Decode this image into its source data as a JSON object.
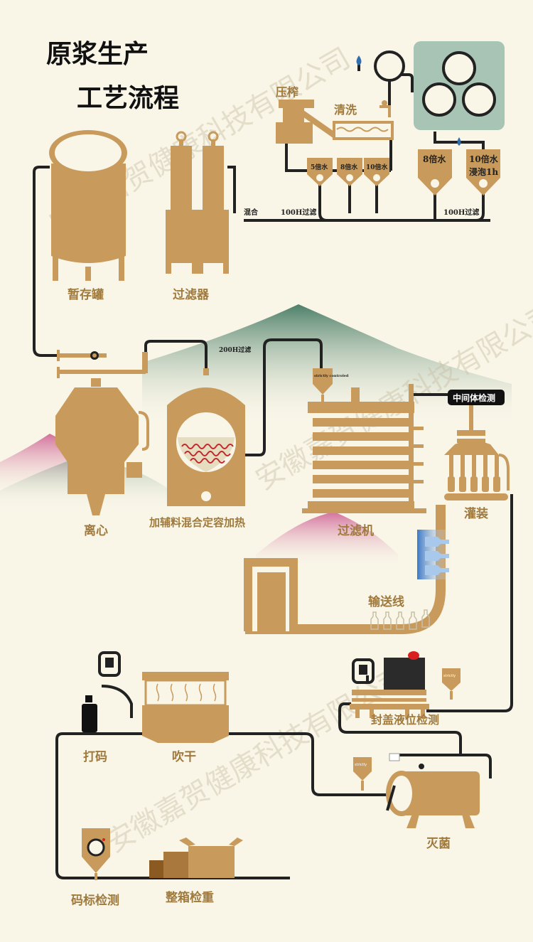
{
  "title": {
    "line1": "原浆生产",
    "line2": "工艺流程"
  },
  "watermark": "安徽嘉贺健康科技有限公司",
  "colors": {
    "gold": "#c89a5c",
    "line": "#222222",
    "bg": "#f9f6e8",
    "label": "#a07a3c",
    "sage": "#a8c4b4"
  },
  "steps": {
    "press": "压榨",
    "wash": "清洗",
    "water5": "5倍水",
    "water8a": "8倍水",
    "water10a": "10倍水",
    "water8b": "8倍水",
    "water10b": "10倍水",
    "soak": "浸泡1h",
    "mix": "混合",
    "filter100a": "100H过滤",
    "filter100b": "100H过滤",
    "storage": "暂存罐",
    "filterUnit": "过滤器",
    "filter200": "200H过滤",
    "centrifuge": "离心",
    "mixHeat": "加辅料混合定容加热",
    "strict": "strictly controled",
    "filterMachine": "过滤机",
    "midCheck": "中间体检测",
    "filling": "灌装",
    "conveyor": "输送线",
    "capCheck": "封盖液位检测",
    "coding": "打码",
    "blowDry": "吹干",
    "sterilize": "灭菌",
    "codeCheck": "码标检测",
    "weigh": "整箱检重",
    "tag1": "strictly",
    "tag2": "strictly"
  }
}
